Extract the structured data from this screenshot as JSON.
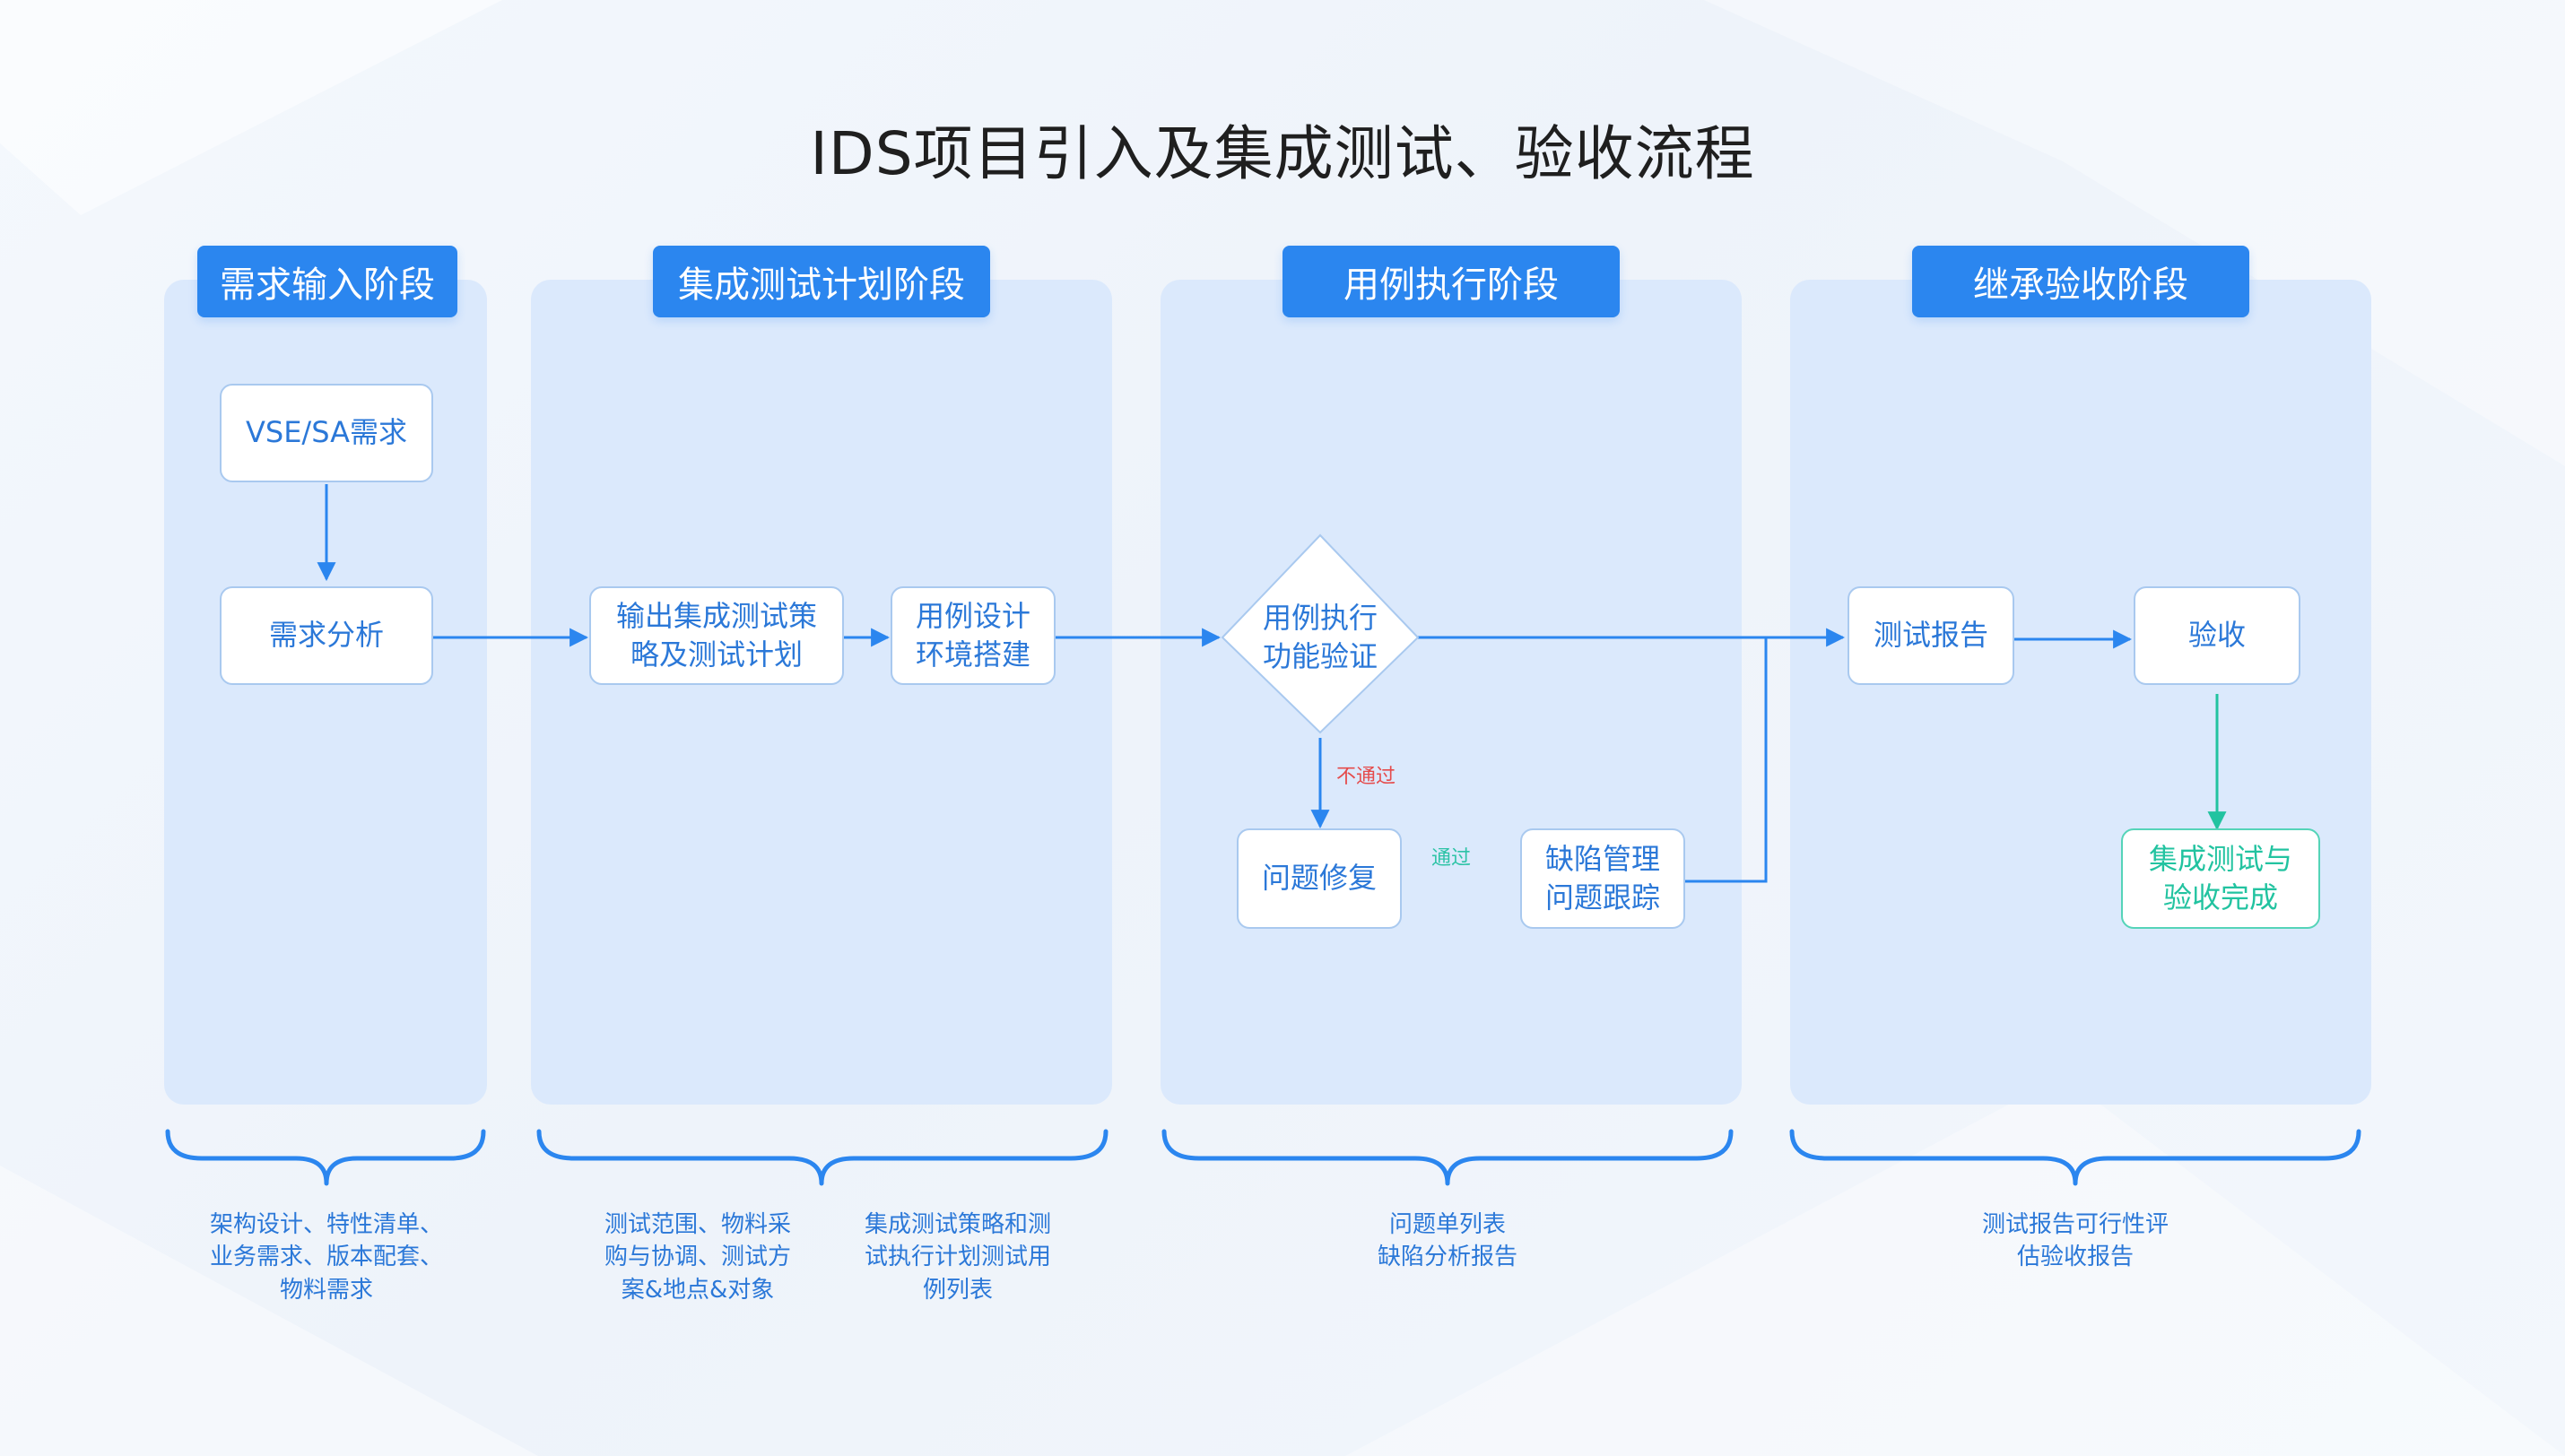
{
  "title": "IDS项目引入及集成测试、验收流程",
  "phases": [
    {
      "label": "需求输入阶段"
    },
    {
      "label": "集成测试计划阶段"
    },
    {
      "label": "用例执行阶段"
    },
    {
      "label": "继承验收阶段"
    }
  ],
  "nodes": {
    "vse_sa": "VSE/SA需求",
    "req_analysis": "需求分析",
    "output_strategy": "输出集成测试策\n略及测试计划",
    "case_design": "用例设计\n环境搭建",
    "decision": "用例执行\n功能验证",
    "issue_fix": "问题修复",
    "defect_mgmt": "缺陷管理\n问题跟踪",
    "test_report": "测试报告",
    "acceptance": "验收",
    "complete": "集成测试与\n验收完成"
  },
  "labels": {
    "fail": "不通过",
    "pass": "通过"
  },
  "outputs": {
    "phase1": "架构设计、特性清单、\n业务需求、版本配套、\n物料需求",
    "phase2a": "测试范围、物料采\n购与协调、测试方\n案&地点&对象",
    "phase2b": "集成测试策略和测\n试执行计划测试用\n例列表",
    "phase3": "问题单列表\n缺陷分析报告",
    "phase4": "测试报告可行性评\n估验收报告"
  },
  "colors": {
    "accent": "#2b86ef",
    "panel": "#dbe9fc",
    "node_border": "#a9c9ef",
    "node_text": "#2b78d8",
    "success": "#22c3a0",
    "fail": "#e54b4b"
  }
}
